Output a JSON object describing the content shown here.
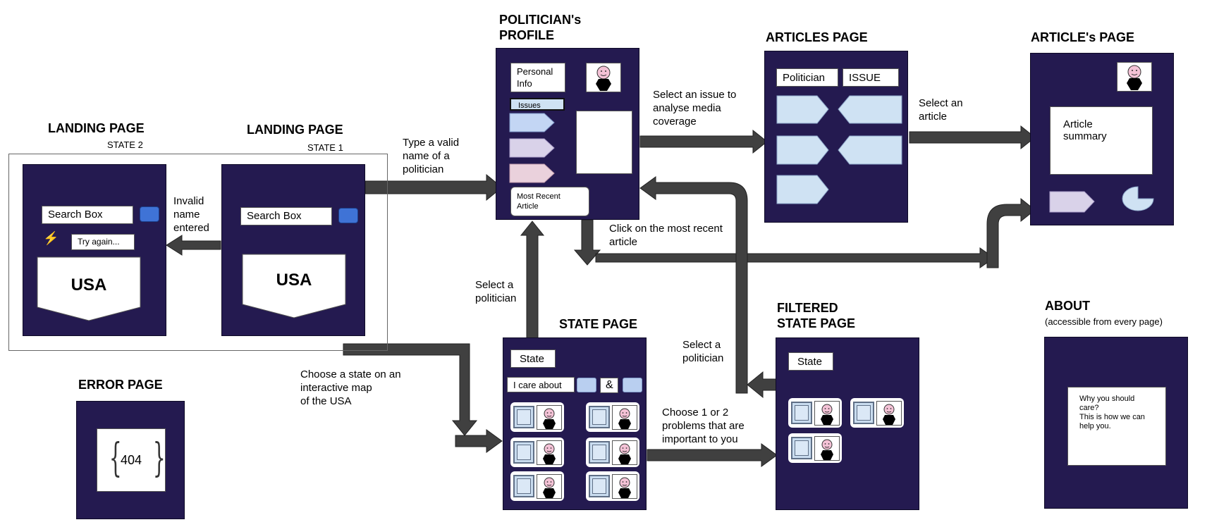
{
  "landing_state2": {
    "title": "LANDING PAGE",
    "state": "STATE 2",
    "search": "Search Box",
    "try_again": "Try again...",
    "map": "USA"
  },
  "landing_state1": {
    "title": "LANDING PAGE",
    "state": "STATE 1",
    "search": "Search Box",
    "map": "USA"
  },
  "error_page": {
    "title": "ERROR PAGE",
    "code": "404"
  },
  "profile": {
    "title": "POLITICIAN's\nPROFILE",
    "personal_info": "Personal\nInfo",
    "issues": "Issues",
    "recent": "Most Recent\nArticle"
  },
  "articles_page": {
    "title": "ARTICLES  PAGE",
    "politician": "Politician",
    "issue": "ISSUE"
  },
  "article_page": {
    "title": "ARTICLE's PAGE",
    "summary": "Article\nsummary"
  },
  "state_page": {
    "title": "STATE  PAGE",
    "state": "State",
    "care": "I care about",
    "amp": "&"
  },
  "filtered_page": {
    "title": "FILTERED\nSTATE PAGE",
    "state": "State"
  },
  "about": {
    "title": "ABOUT",
    "subtitle": "(accessible from every page)",
    "text": "Why you should\ncare?\nThis is how we can\nhelp you."
  },
  "labels": {
    "invalid": "Invalid\nname\nentered",
    "type_valid": "Type a valid\nname of  a\npolitician",
    "select_issue": "Select an issue to\nanalyse media\ncoverage",
    "select_article": "Select an\narticle",
    "click_recent": "Click on the most recent\narticle",
    "select_pol_1": "Select a\npolitician",
    "select_pol_2": "Select a\npolitician",
    "choose_state": "Choose a state on an\ninteractive map\nof the USA",
    "choose_problems": "Choose 1 or 2\nproblems that are\nimportant to you"
  },
  "colors": {
    "page_bg": "#241a50",
    "arrow": "#404040",
    "accent_blue": "#3f73d6",
    "pale_blue": "#cfe2f3",
    "pale_purple": "#d9d2e9",
    "pale_pink": "#ead1dc"
  }
}
